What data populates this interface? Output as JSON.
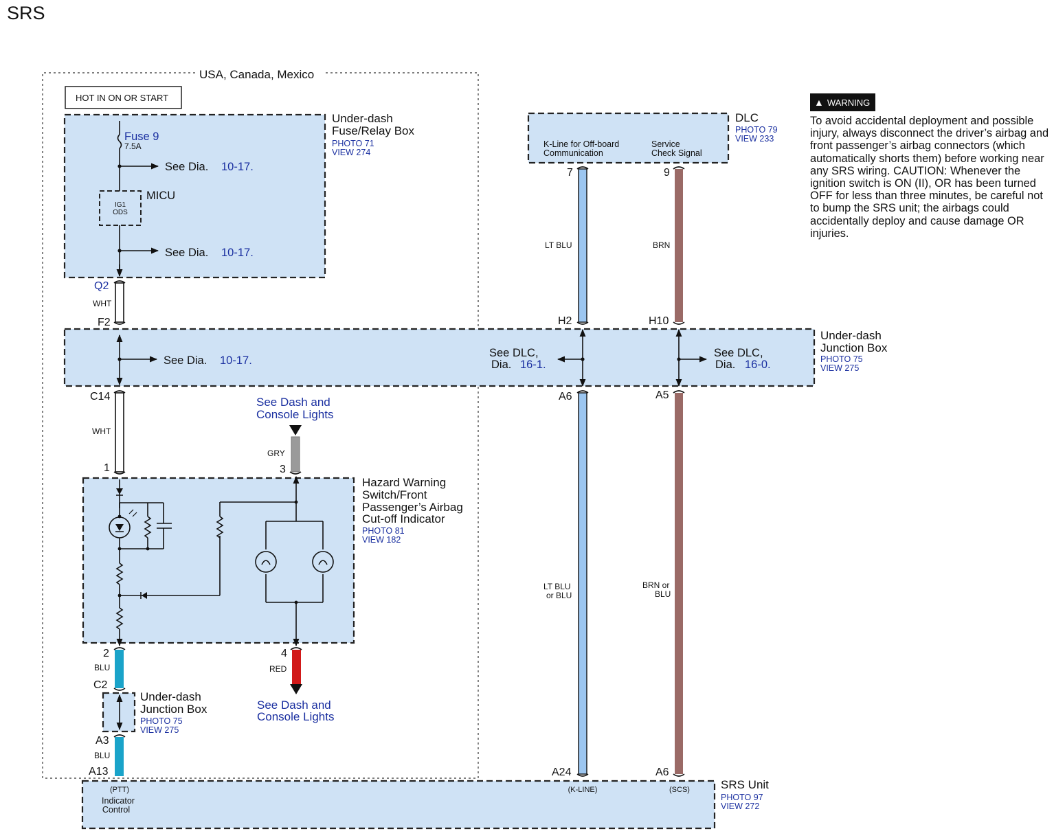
{
  "title": "SRS",
  "region": "USA, Canada, Mexico",
  "hot_label": "HOT IN ON OR START",
  "fuse_box": {
    "name_line1": "Under-dash",
    "name_line2": "Fuse/Relay Box",
    "photo": "PHOTO 71",
    "view": "VIEW 274",
    "fuse_name": "Fuse 9",
    "fuse_rating": "7.5A",
    "see_dia_1": "See Dia.",
    "see_dia_1_ref": "10-17.",
    "micu_name": "MICU",
    "micu_l1": "IG1",
    "micu_l2": "ODS",
    "see_dia_2": "See Dia.",
    "see_dia_2_ref": "10-17."
  },
  "q2_pin": "Q2",
  "f2_pin": "F2",
  "wht_1": "WHT",
  "junction_main": {
    "name_line1": "Under-dash",
    "name_line2": "Junction Box",
    "photo": "PHOTO 75",
    "view": "VIEW 275",
    "see_dia": "See Dia.",
    "see_dia_ref": "10-17.",
    "dlc1_l1": "See DLC,",
    "dlc1_l2": "Dia.",
    "dlc1_ref": "16-1.",
    "dlc2_l1": "See DLC,",
    "dlc2_l2": "Dia.",
    "dlc2_ref": "16-0.",
    "h2": "H2",
    "h10": "H10",
    "a6": "A6",
    "a5": "A5",
    "c14": "C14"
  },
  "wht_2": "WHT",
  "dash_lights_top": {
    "l1": "See Dash and",
    "l2": "Console Lights"
  },
  "gry": "GRY",
  "pin1": "1",
  "pin3": "3",
  "hazard": {
    "l1": "Hazard Warning",
    "l2": "Switch/Front",
    "l3": "Passenger’s Airbag",
    "l4": "Cut-off Indicator",
    "photo": "PHOTO 81",
    "view": "VIEW 182"
  },
  "pin2": "2",
  "pin4": "4",
  "blu_1": "BLU",
  "red": "RED",
  "c2": "C2",
  "dash_lights_bottom": {
    "l1": "See Dash and",
    "l2": "Console Lights"
  },
  "junction_small": {
    "l1": "Under-dash",
    "l2": "Junction Box",
    "photo": "PHOTO 75",
    "view": "VIEW 275"
  },
  "a3": "A3",
  "blu_2": "BLU",
  "a13": "A13",
  "dlc": {
    "name": "DLC",
    "photo": "PHOTO 79",
    "view": "VIEW 233",
    "kline_l1": "K-Line for Off-board",
    "kline_l2": "Communication",
    "scs_l1": "Service",
    "scs_l2": "Check Signal",
    "pin7": "7",
    "pin9": "9"
  },
  "lt_blu": "LT BLU",
  "brn": "BRN",
  "lt_blu_or_l1": "LT BLU",
  "lt_blu_or_l2": "or BLU",
  "brn_or_l1": "BRN or",
  "brn_or_l2": "BLU",
  "srs": {
    "name": "SRS Unit",
    "photo": "PHOTO 97",
    "view": "VIEW 272",
    "a24": "A24",
    "a6": "A6",
    "ptt": "(PTT)",
    "ind_l1": "Indicator",
    "ind_l2": "Control",
    "kline": "(K-LINE)",
    "scs": "(SCS)"
  },
  "warning_badge": "WARNING",
  "warning_text": "To avoid accidental deployment and possible injury, always disconnect the driver’s airbag and front passenger’s airbag connectors (which automatically shorts them) before working near any SRS wiring. CAUTION: Whenever the ignition switch is ON (II), OR has been turned OFF for less than three minutes, be careful not to bump the SRS unit; the airbags could accidentally deploy and cause damage OR injuries.",
  "colors": {
    "box_fill": "#cfe2f5",
    "lt_blu": "#9cc6f0",
    "brn": "#9a6a66",
    "blu": "#1aa3c9",
    "red": "#d11919",
    "gry": "#9a9a9a",
    "link_blue": "#1a2fa0"
  }
}
